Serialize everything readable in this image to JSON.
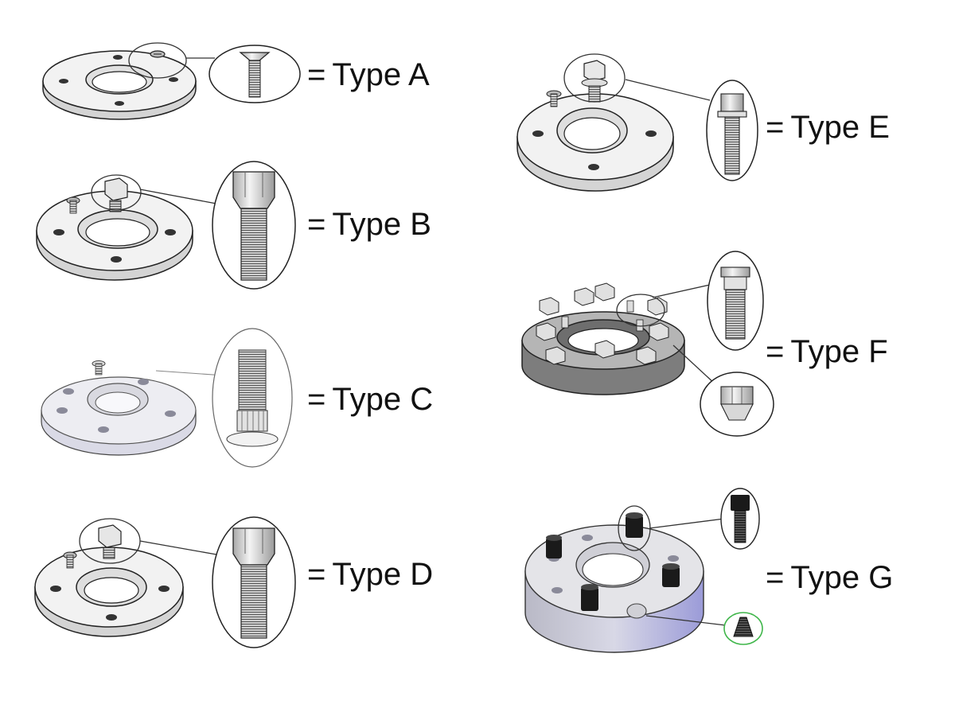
{
  "types": [
    {
      "id": "a",
      "eq": "=",
      "text": "Type A",
      "fastener": "countersunk-screw"
    },
    {
      "id": "b",
      "eq": "=",
      "text": "Type B",
      "fastener": "conical-lug-bolt"
    },
    {
      "id": "c",
      "eq": "=",
      "text": "Type C",
      "fastener": "press-in-stud"
    },
    {
      "id": "d",
      "eq": "=",
      "text": "Type D",
      "fastener": "conical-lug-bolt"
    },
    {
      "id": "e",
      "eq": "=",
      "text": "Type E",
      "fastener": "flanged-bolt"
    },
    {
      "id": "f",
      "eq": "=",
      "text": "Type F",
      "fastener": "stud-and-nut"
    },
    {
      "id": "g",
      "eq": "=",
      "text": "Type G",
      "fastener": "socket-cap-screw"
    }
  ],
  "colors": {
    "outline": "#222222",
    "spacer_light": "#f2f2f2",
    "spacer_side": "#d6d6d6",
    "spacer_dark": "#7d7d7d",
    "spacer_dark_top": "#b5b5b5",
    "spacer_g_top": "#e4e4e8",
    "spacer_g_side": "#c8c8da",
    "callout_green": "#3fb64a",
    "bolt_black": "#1a1a1a"
  }
}
